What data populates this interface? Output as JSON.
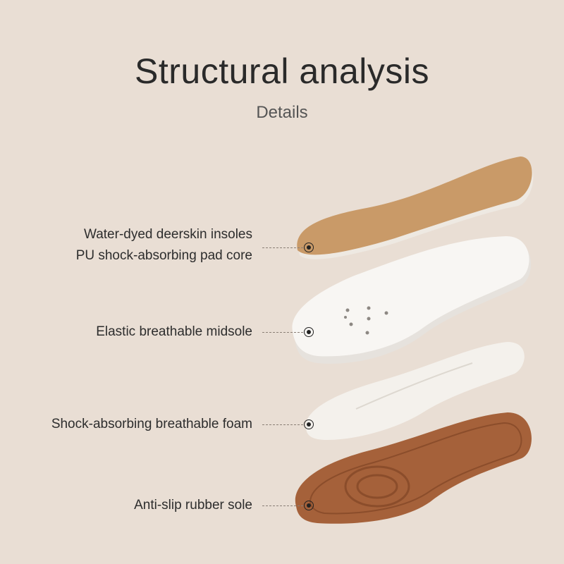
{
  "header": {
    "title": "Structural analysis",
    "subtitle": "Details"
  },
  "layers": [
    {
      "lines": [
        "Water-dyed deerskin insoles",
        "PU shock-absorbing pad core"
      ]
    },
    {
      "lines": [
        "Elastic breathable midsole"
      ]
    },
    {
      "lines": [
        "Shock-absorbing breathable foam"
      ]
    },
    {
      "lines": [
        "Anti-slip rubber sole"
      ]
    }
  ],
  "colors": {
    "background": "#e9ded4",
    "leather": "#c99a68",
    "white": "#f7f5f2",
    "rubber": "#a5613a"
  }
}
